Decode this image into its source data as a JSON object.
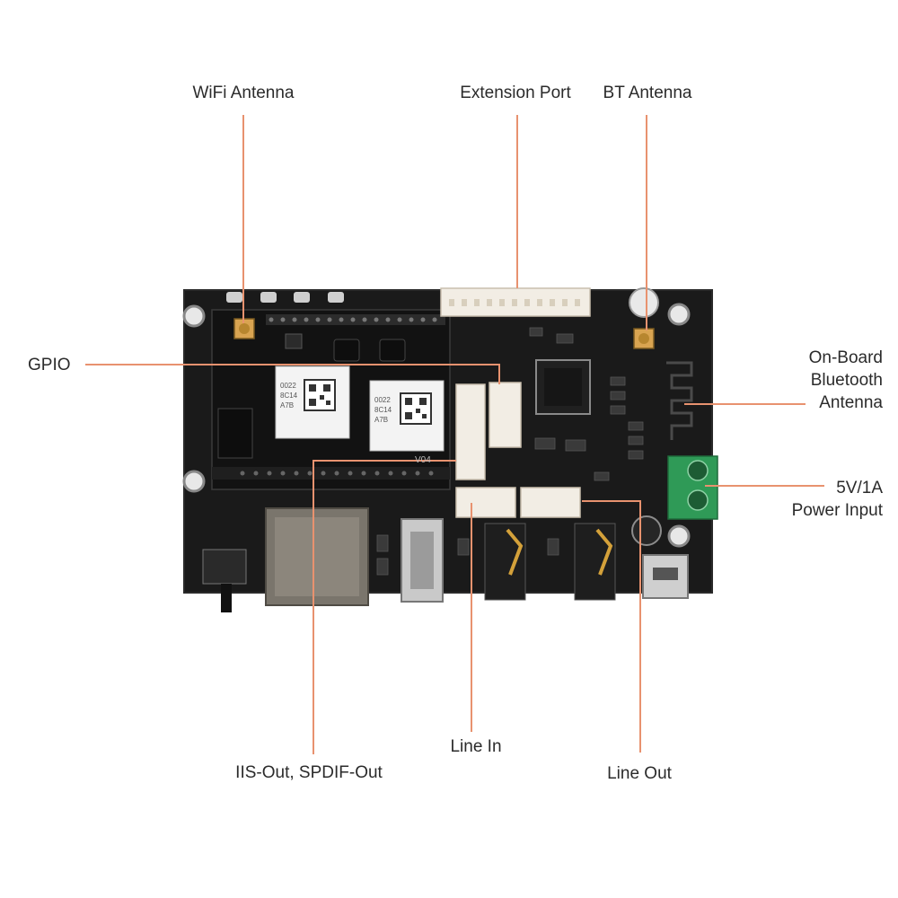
{
  "labels": {
    "wifi_antenna": "WiFi Antenna",
    "extension_port": "Extension Port",
    "bt_antenna": "BT Antenna",
    "gpio": "GPIO",
    "onboard_bt_antenna": "On-Board\nBluetooth\nAntenna",
    "power_input": "5V/1A\nPower Input",
    "iis_spdif_out": "IIS-Out, SPDIF-Out",
    "line_in": "Line In",
    "line_out": "Line Out"
  },
  "module_text": {
    "left_module_code": "0022\n8C14\nA7B",
    "right_module_code": "0022\n8C14\nA7B",
    "board_silkscreen": "V04"
  },
  "colors": {
    "callout_line": "#e8926f",
    "board": "#1c1c1c",
    "terminal_block": "#2f9a57",
    "connector": "#f2ede4"
  }
}
